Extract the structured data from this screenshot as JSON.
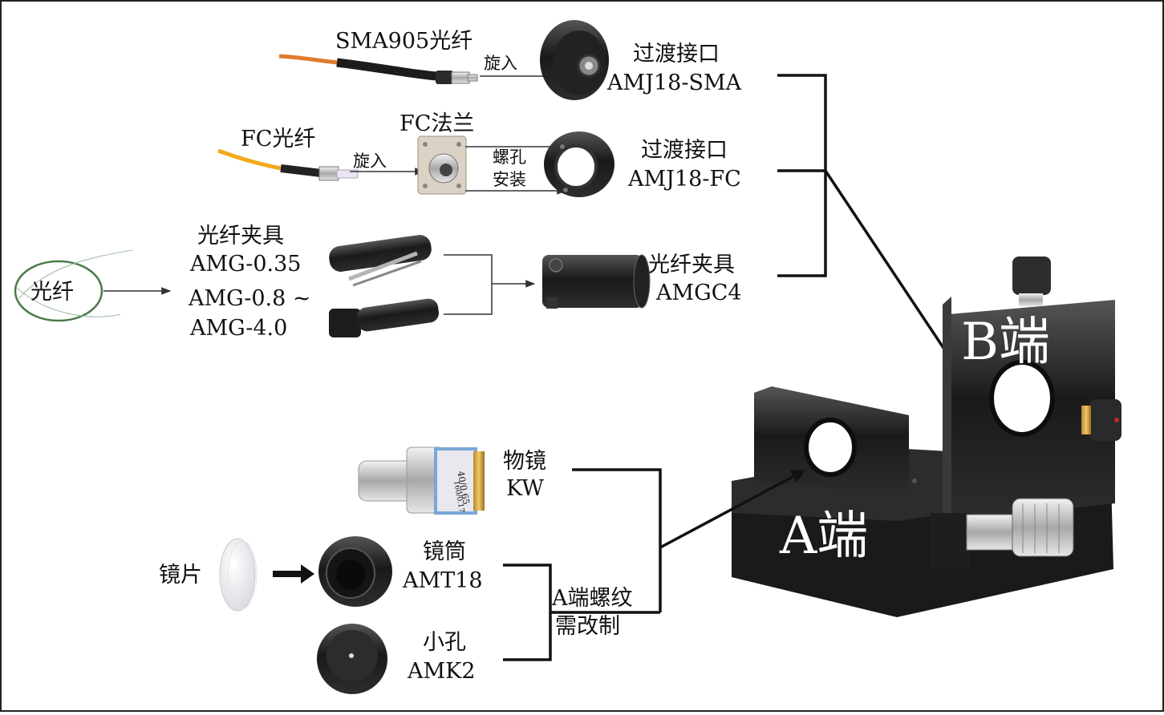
{
  "labels": {
    "sma_fiber": "SMA905光纤",
    "screw_in_1": "旋入",
    "adapter_sma_title": "过渡接口",
    "adapter_sma_model": "AMJ18-SMA",
    "fc_fiber": "FC光纤",
    "fc_flange": "FC法兰",
    "screw_in_2": "旋入",
    "screw_mount_1": "螺孔",
    "screw_mount_2": "安装",
    "adapter_fc_title": "过渡接口",
    "adapter_fc_model": "AMJ18-FC",
    "fiber_circle": "光纤",
    "clamp_title": "光纤夹具",
    "clamp_model_1": "AMG-0.35",
    "clamp_model_2": "AMG-0.8 ~",
    "clamp_model_3": "AMG-4.0",
    "clamp_adapter_title": "光纤夹具",
    "clamp_adapter_model": "AMGC4",
    "b_end": "B端",
    "a_end": "A端",
    "objective_title": "物镜",
    "objective_model": "KW",
    "objective_marking_1": "40/0.65",
    "objective_marking_2": "160/0.17",
    "lens": "镜片",
    "tube_title": "镜筒",
    "tube_model": "AMT18",
    "thread_note_1": "A端螺纹",
    "thread_note_2": "需改制",
    "pinhole_title": "小孔",
    "pinhole_model": "AMK2"
  }
}
